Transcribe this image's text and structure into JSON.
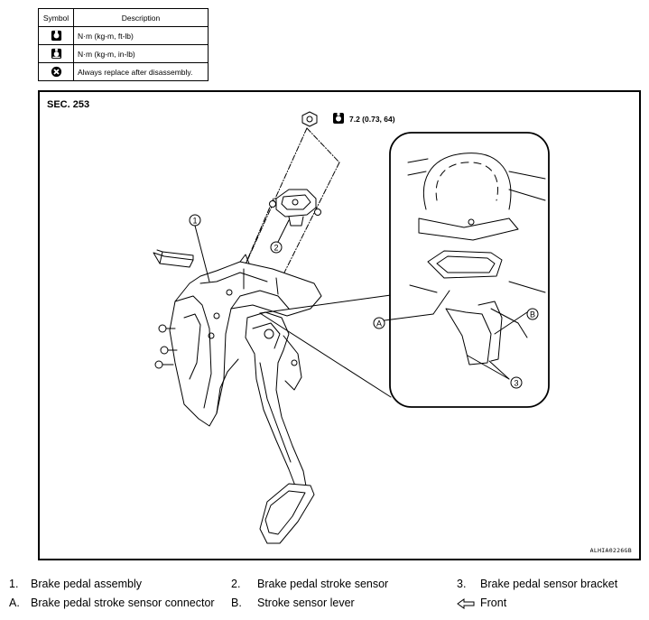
{
  "legend": {
    "header_symbol": "Symbol",
    "header_description": "Description",
    "rows": [
      {
        "icon": "torque-ftlb-icon",
        "description": "N·m (kg-m, ft-lb)"
      },
      {
        "icon": "torque-inlb-icon",
        "description": "N·m (kg-m, in-lb)"
      },
      {
        "icon": "always-replace-icon",
        "description": "Always replace after disassembly."
      }
    ]
  },
  "diagram": {
    "section": "SEC. 253",
    "torque": "7.2 (0.73, 64)",
    "figure_code": "ALHIA0226GB",
    "callouts": {
      "c1": "1",
      "c2": "2",
      "c3": "3",
      "cA": "A",
      "cB": "B"
    }
  },
  "parts": [
    {
      "number": "1.",
      "label": "Brake pedal assembly"
    },
    {
      "number": "2.",
      "label": "Brake pedal stroke sensor"
    },
    {
      "number": "3.",
      "label": "Brake pedal sensor bracket"
    },
    {
      "number": "A.",
      "label": "Brake pedal stroke sensor connector"
    },
    {
      "number": "B.",
      "label": "Stroke sensor lever"
    },
    {
      "number": "",
      "label": "Front"
    }
  ]
}
